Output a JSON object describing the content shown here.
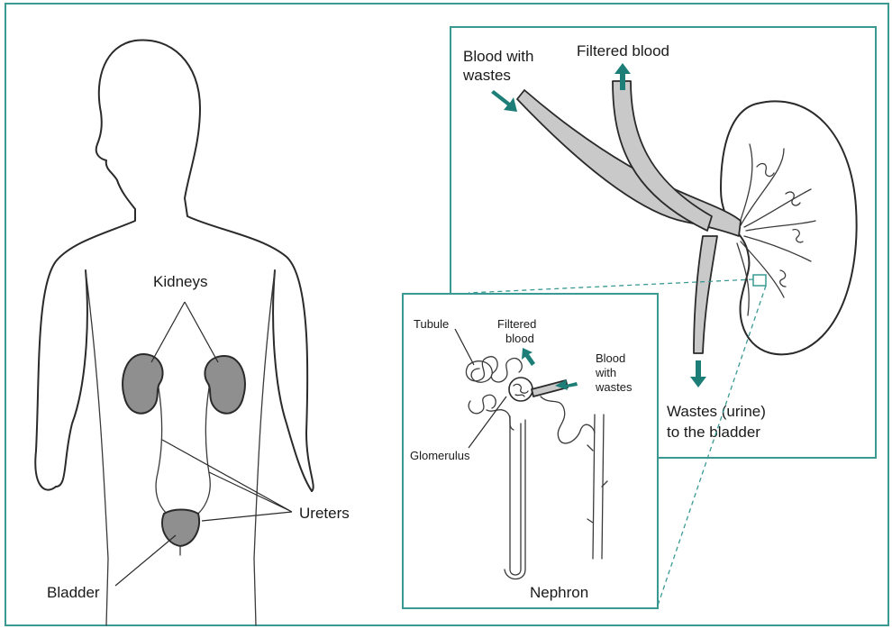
{
  "labels": {
    "kidneys": "Kidneys",
    "ureters": "Ureters",
    "bladder": "Bladder",
    "blood_with_wastes_line1": "Blood with",
    "blood_with_wastes_line2": "wastes",
    "filtered_blood": "Filtered blood",
    "wastes_urine_line1": "Wastes (urine)",
    "wastes_urine_line2": "to the bladder",
    "tubule": "Tubule",
    "nephron_filtered_line1": "Filtered",
    "nephron_filtered_line2": "blood",
    "nephron_blood_line1": "Blood",
    "nephron_blood_line2": "with",
    "nephron_blood_line3": "wastes",
    "glomerulus": "Glomerulus",
    "nephron": "Nephron"
  },
  "colors": {
    "frame": "#3a9a93",
    "arrow": "#1d7e78",
    "organ_fill": "#8f8f8f",
    "vessel_fill": "#c9c9c9"
  }
}
